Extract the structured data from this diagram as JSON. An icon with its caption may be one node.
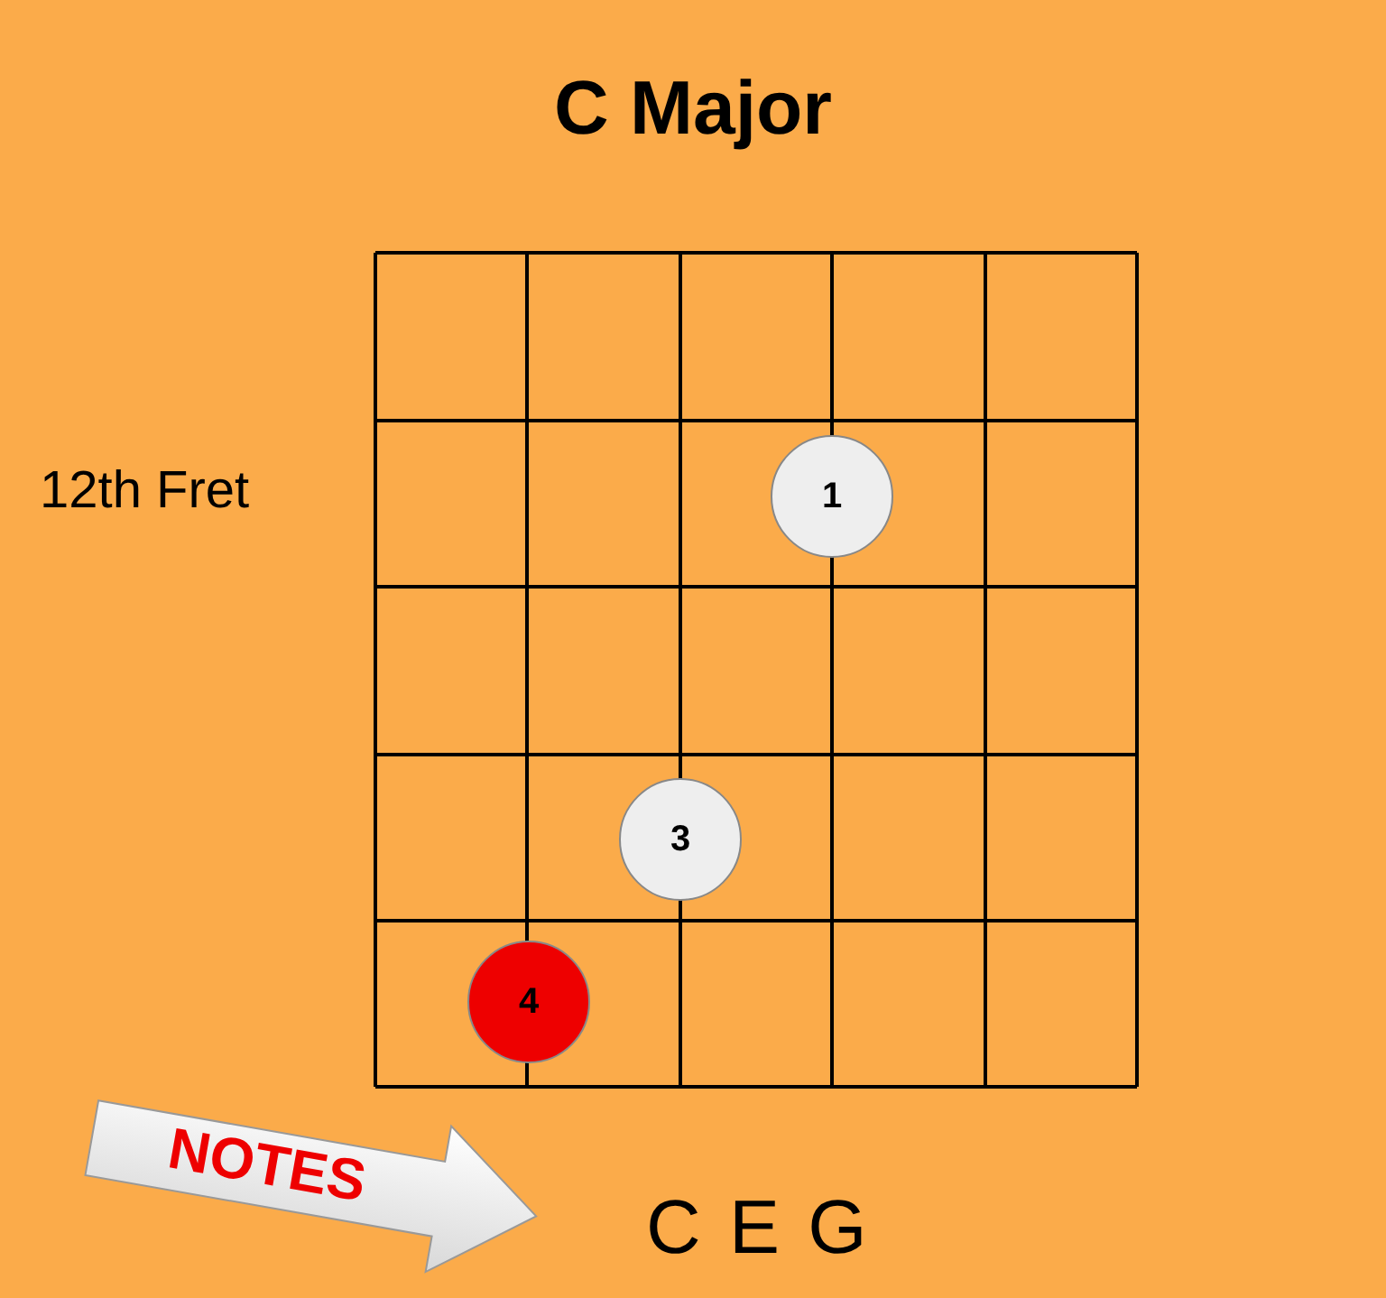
{
  "diagram": {
    "title": "C Major",
    "nodes": [
      {
        "text": [
          "1"
        ]
      },
      {
        "text": [
          "3"
        ]
      },
      {
        "text": [
          "4"
        ]
      },
      {
        "text": [
          "NOTES"
        ]
      }
    ],
    "labels": [
      "12th Fret",
      "C E G"
    ]
  }
}
